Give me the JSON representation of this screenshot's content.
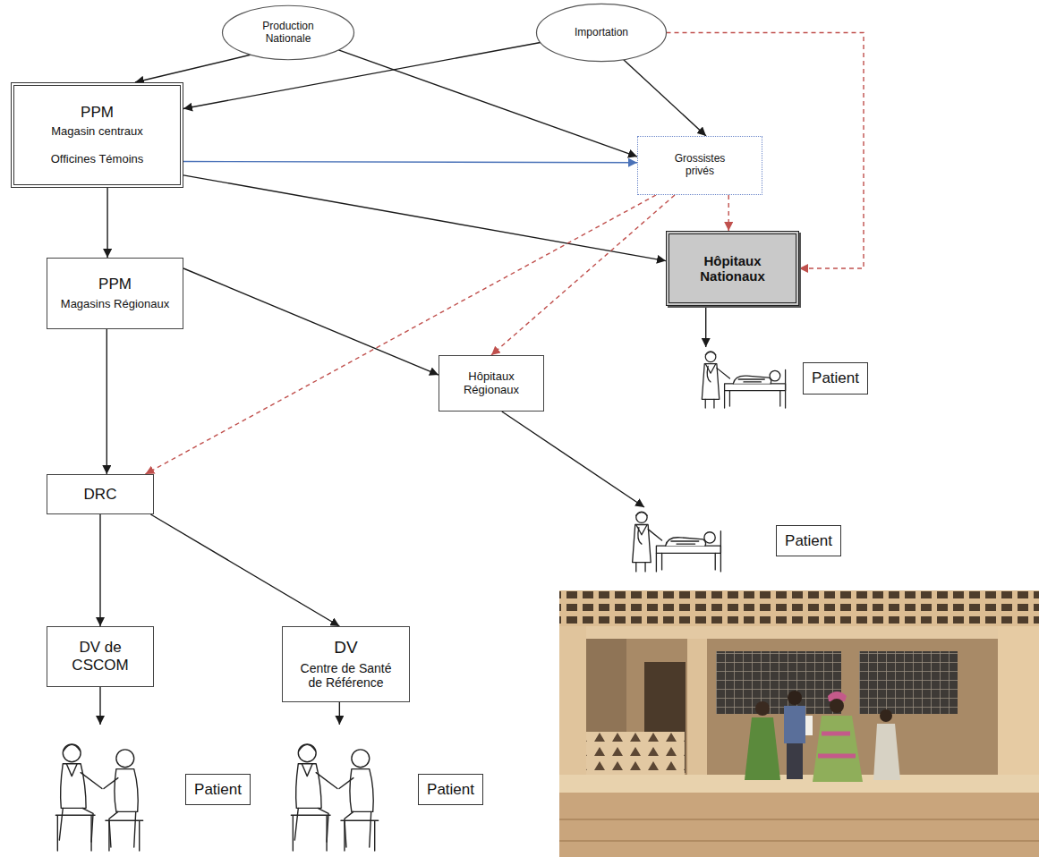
{
  "diagram": {
    "nodes": [
      {
        "text": [
          "Production Nationale"
        ]
      },
      {
        "text": [
          "Importation"
        ]
      },
      {
        "text": [
          "PPM",
          "Magasin centraux",
          "Officines Témoins"
        ]
      },
      {
        "text": [
          "Grossistes privés"
        ]
      },
      {
        "text": [
          "Hôpitaux Nationaux"
        ]
      },
      {
        "text": [
          "PPM",
          "Magasins Régionaux"
        ]
      },
      {
        "text": [
          "Hôpitaux Régionaux"
        ]
      },
      {
        "text": [
          "Patient"
        ]
      },
      {
        "text": [
          "DRC"
        ]
      },
      {
        "text": [
          "Patient"
        ]
      },
      {
        "text": [
          "DV de CSCOM"
        ]
      },
      {
        "text": [
          "DV",
          "Centre de Santé de Référence"
        ]
      },
      {
        "text": [
          "Patient"
        ]
      },
      {
        "text": [
          "Patient"
        ]
      }
    ],
    "edges": [
      {
        "from": 0,
        "to": 2,
        "arrow": "to"
      },
      {
        "from": 0,
        "to": 3,
        "arrow": "to"
      },
      {
        "from": 1,
        "to": 2,
        "arrow": "to"
      },
      {
        "from": 1,
        "to": 3,
        "arrow": "to"
      },
      {
        "from": 1,
        "to": 4,
        "arrow": "to"
      },
      {
        "from": 2,
        "to": 3,
        "arrow": "to"
      },
      {
        "from": 2,
        "to": 4,
        "arrow": "to"
      },
      {
        "from": 2,
        "to": 5,
        "arrow": "to"
      },
      {
        "from": 3,
        "to": 4,
        "arrow": "to"
      },
      {
        "from": 3,
        "to": 6,
        "arrow": "to"
      },
      {
        "from": 3,
        "to": 8,
        "arrow": "to"
      },
      {
        "from": 4,
        "to": 7,
        "arrow": "to"
      },
      {
        "from": 5,
        "to": 6,
        "arrow": "to"
      },
      {
        "from": 5,
        "to": 8,
        "arrow": "to"
      },
      {
        "from": 6,
        "to": 9,
        "arrow": "to"
      },
      {
        "from": 8,
        "to": 10,
        "arrow": "to"
      },
      {
        "from": 8,
        "to": 11,
        "arrow": "to"
      },
      {
        "from": 10,
        "to": 12,
        "arrow": "to"
      },
      {
        "from": 11,
        "to": 13,
        "arrow": "to"
      }
    ]
  }
}
